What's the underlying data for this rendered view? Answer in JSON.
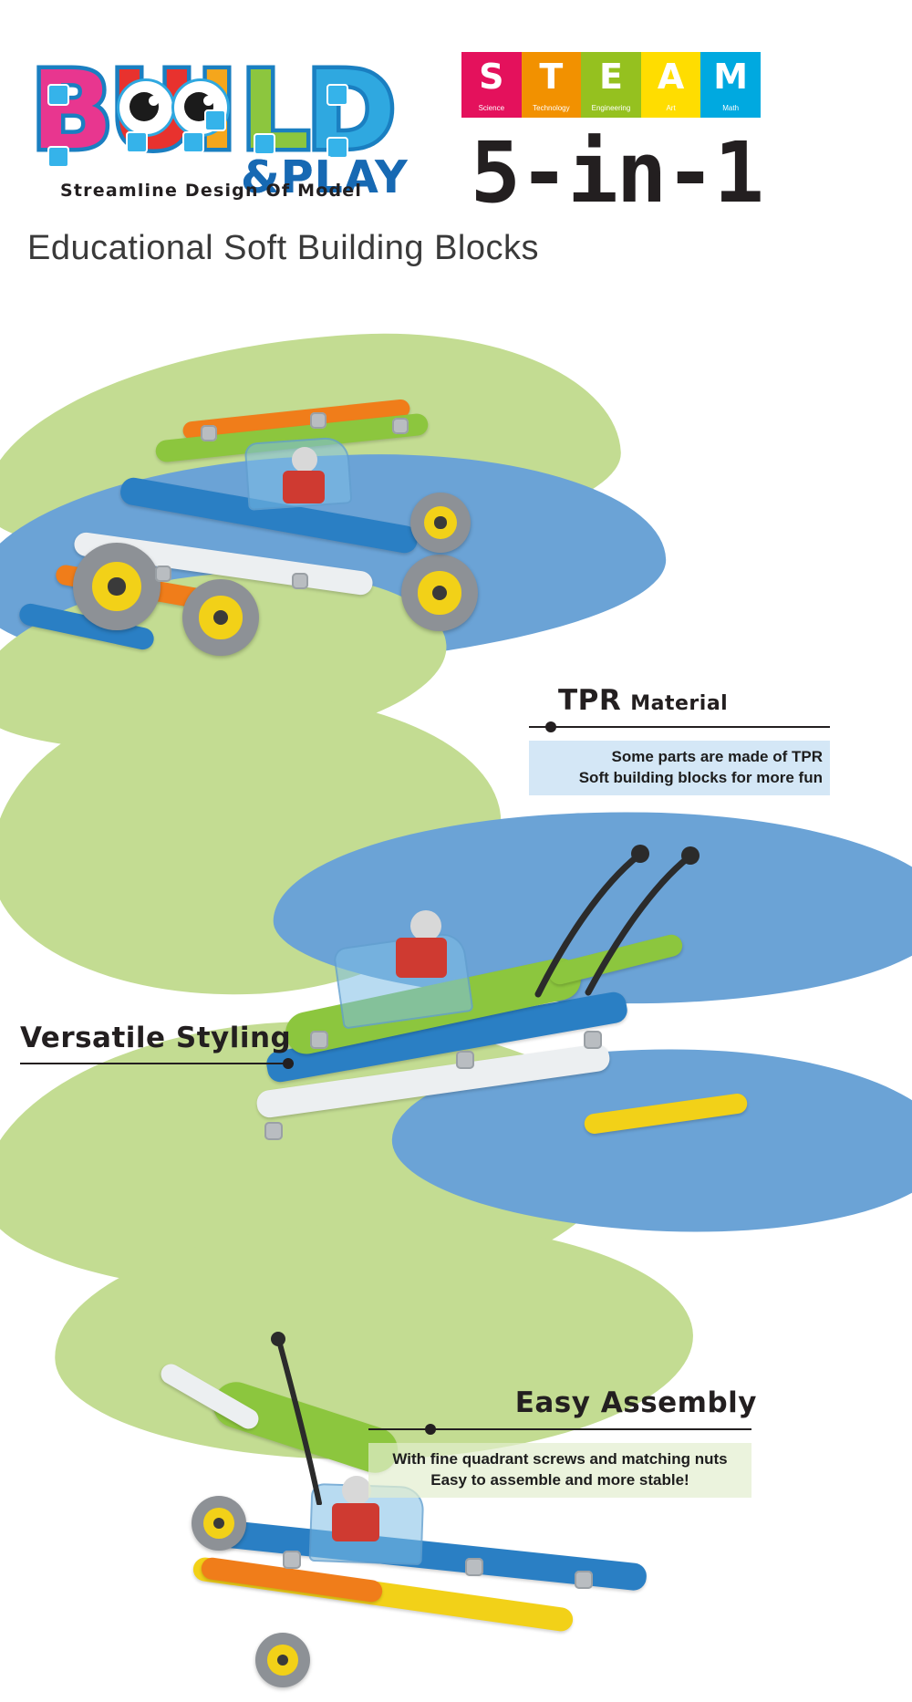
{
  "brand": {
    "logo_letters": [
      "B",
      "U",
      "I",
      "L",
      "D"
    ],
    "tagline": "Streamline Design Of Model",
    "play_badge": "&PLAY"
  },
  "steam": {
    "cells": [
      {
        "letter": "S",
        "sub": "Science",
        "color": "#e4115c"
      },
      {
        "letter": "T",
        "sub": "Technology",
        "color": "#f29100"
      },
      {
        "letter": "E",
        "sub": "Engineering",
        "color": "#95c11f"
      },
      {
        "letter": "A",
        "sub": "Art",
        "color": "#ffdd00"
      },
      {
        "letter": "M",
        "sub": "Math",
        "color": "#00a9e0"
      }
    ]
  },
  "header": {
    "count_badge": "5-in-1",
    "subtitle": "Educational Soft Building Blocks"
  },
  "colors": {
    "brush_green": "#c3dc92",
    "brush_blue": "#6ba3d6",
    "text_dark": "#231f20",
    "logo_blue": "#1a7fc1"
  },
  "features": [
    {
      "id": "tpr-material",
      "title": "TPR",
      "subtitle": "Material",
      "body_lines": [
        "Some parts are made of TPR",
        "Soft building blocks for more fun"
      ]
    },
    {
      "id": "versatile-styling",
      "title": "Versatile Styling",
      "subtitle": "",
      "body_lines": []
    },
    {
      "id": "easy-assembly",
      "title": "Easy Assembly",
      "subtitle": "",
      "body_lines": [
        "With fine quadrant screws and matching nuts",
        "Easy to assemble and more stable!"
      ]
    }
  ]
}
